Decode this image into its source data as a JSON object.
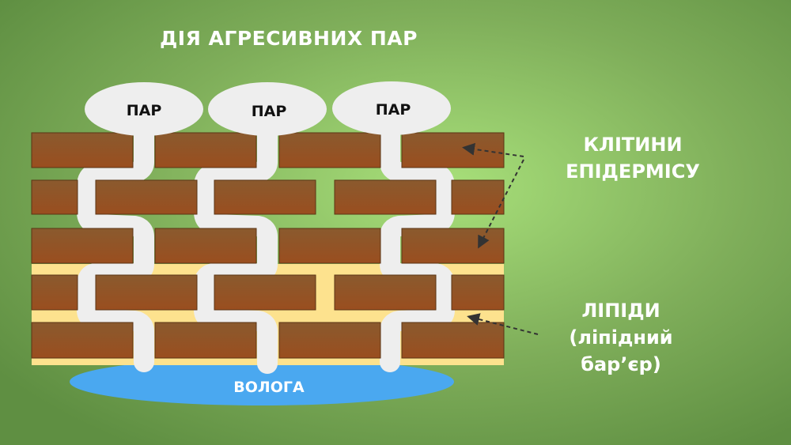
{
  "title": "ДІЯ АГРЕСИВНИХ ПАР",
  "vapor_labels": [
    "ПАР",
    "ПАР",
    "ПАР"
  ],
  "cells_label": [
    "КЛІТИНИ",
    "ЕПІДЕРМІСУ"
  ],
  "lipids_label": [
    "ЛІПІДИ",
    "(ліпідний",
    "бар’єр)"
  ],
  "moisture_label": "ВОЛОГА",
  "colors": {
    "background_center": "#a8e07a",
    "background_edge": "#5f8f42",
    "brick": "#8f5a2a",
    "brick_edge": "#5a3414",
    "lipid": "#fde28e",
    "vapor": "#eeeeee",
    "moisture": "#4aa8f0",
    "text": "#ffffff",
    "arrow": "#333333"
  }
}
